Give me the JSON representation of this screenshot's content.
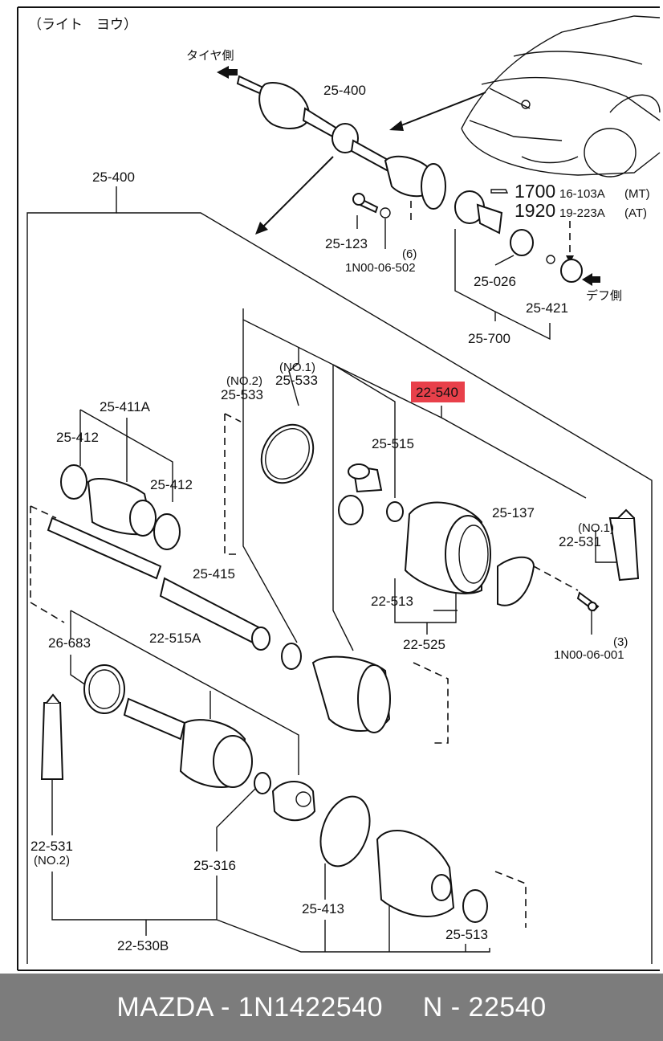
{
  "header": {
    "note": "（ライト　ヨウ）",
    "tire_side": "タイヤ側",
    "diff_side": "デフ側"
  },
  "references": [
    {
      "num": "1700",
      "code": "16-103A",
      "trans": "(MT)"
    },
    {
      "num": "1920",
      "code": "19-223A",
      "trans": "(AT)"
    }
  ],
  "labels": {
    "l25_400_top": "25-400",
    "l25_400_left": "25-400",
    "l25_123": "25-123",
    "l6": "(6)",
    "l1n00_06_502": "1N00-06-502",
    "l25_026": "25-026",
    "l25_421": "25-421",
    "l25_700": "25-700",
    "l_no2_a": "(NO.2)",
    "l25_533_no2": "25-533",
    "l_no1_a": "(NO.1)",
    "l25_533_no1": "25-533",
    "l22_540": "22-540",
    "l25_411a": "25-411A",
    "l25_412_a": "25-412",
    "l25_412_b": "25-412",
    "l25_515": "25-515",
    "l25_137": "25-137",
    "l_no1_b": "(NO.1)",
    "l22_531_no1": "22-531",
    "l25_415": "25-415",
    "l22_513": "22-513",
    "l22_525": "22-525",
    "l3": "(3)",
    "l1n00_06_001": "1N00-06-001",
    "l26_683": "26-683",
    "l22_515a": "22-515A",
    "l22_531_b": "22-531",
    "l_no2_b": "(NO.2)",
    "l25_316": "25-316",
    "l25_413": "25-413",
    "l25_513": "25-513",
    "l22_530b": "22-530B"
  },
  "highlight_color": "#e8404a",
  "footer": {
    "caption": "MAZDA - 1N1422540     N - 22540"
  }
}
